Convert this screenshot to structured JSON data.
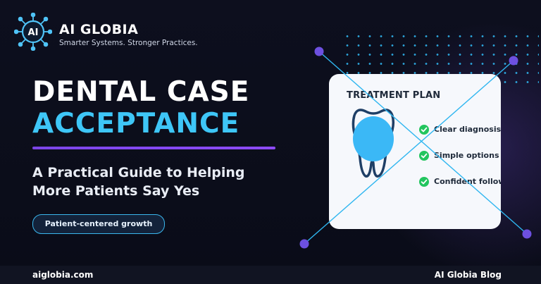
{
  "brand": {
    "logo_text": "AI",
    "name": "AI GLOBIA",
    "tagline": "Smarter Systems. Stronger Practices."
  },
  "hero": {
    "title_line1": "DENTAL CASE",
    "title_line2": "ACCEPTANCE",
    "subtitle_line1": "A Practical Guide to Helping",
    "subtitle_line2": "More Patients Say Yes",
    "pill": "Patient-centered growth"
  },
  "card": {
    "title": "TREATMENT PLAN",
    "items": [
      {
        "label": "Clear diagnosis",
        "icon": "check-circle-icon"
      },
      {
        "label": "Simple options",
        "icon": "check-circle-icon"
      },
      {
        "label": "Confident follow-up",
        "icon": "check-circle-icon"
      }
    ]
  },
  "footer": {
    "left": "aiglobia.com",
    "right": "AI Globia Blog"
  },
  "colors": {
    "background": "#0b0d1a",
    "accent_blue": "#3ec6f7",
    "accent_purple": "#7b45e8",
    "check_green": "#22c55e",
    "node_purple": "#6d50e0"
  }
}
